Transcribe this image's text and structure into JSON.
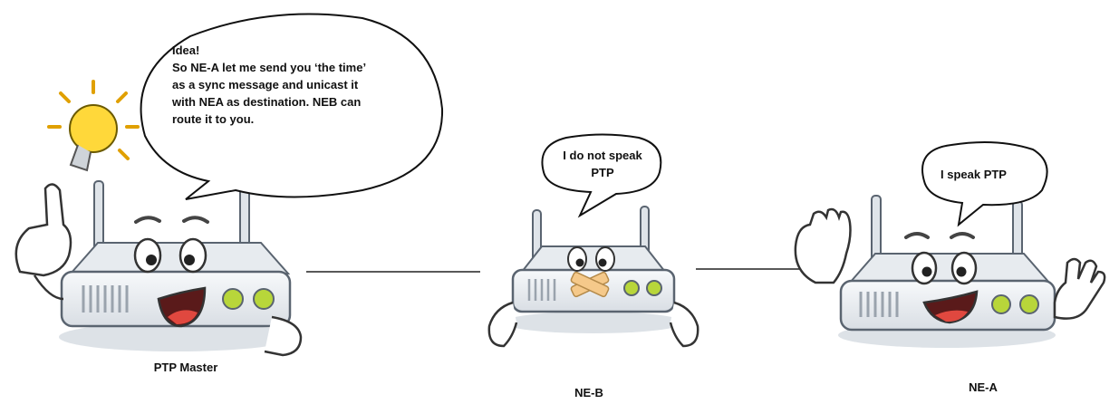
{
  "bubbles": {
    "master": [
      "Idea!",
      "So NE-A let me send you ‘the time’",
      "as a sync message and unicast it",
      "with NEA as destination. NEB can",
      "route it to you."
    ],
    "neb": [
      "I do not speak",
      "PTP"
    ],
    "nea": [
      "I speak PTP"
    ]
  },
  "labels": {
    "master": "PTP Master",
    "neb": "NE-B",
    "nea": "NE-A"
  },
  "colors": {
    "router_body": "#eef1f4",
    "router_outline": "#5a6470",
    "led": "#b8d63a",
    "tongue": "#e0483f",
    "bulb": "#ffd83a",
    "tape": "#f5c98a"
  }
}
